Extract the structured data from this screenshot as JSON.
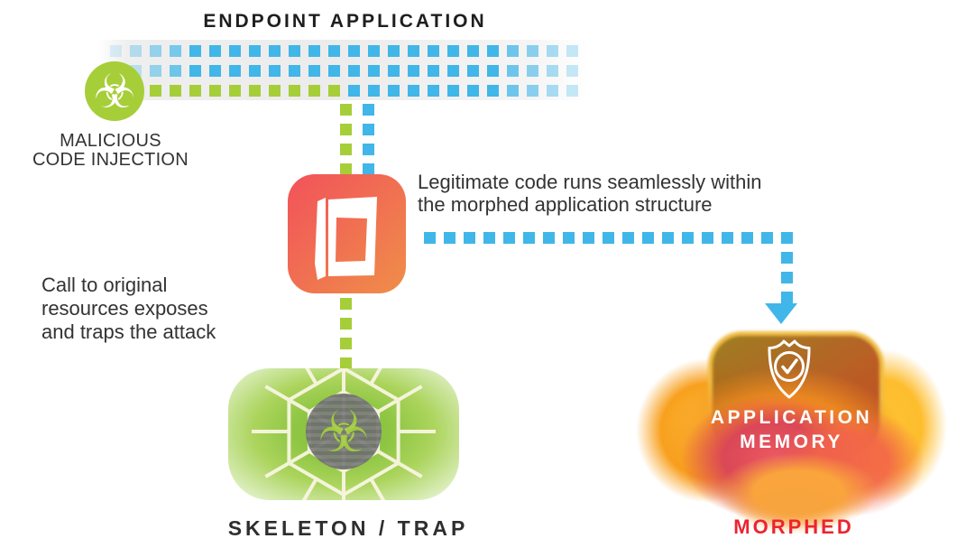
{
  "colors": {
    "blue": "#41b6e8",
    "green": "#a6ce39",
    "band": "#ececec",
    "red_label": "#ec2430",
    "dark_text": "#333333",
    "title_text": "#1e1e1e"
  },
  "title": "ENDPOINT APPLICATION",
  "malicious": {
    "line1": "MALICIOUS",
    "line2": "CODE INJECTION",
    "icon": "biohazard-icon",
    "glyph": "☣"
  },
  "annotations": {
    "legit_line1": "Legitimate code runs seamlessly within",
    "legit_line2": "the morphed application structure",
    "call_line1": "Call to original",
    "call_line2": "resources exposes",
    "call_line3": "and traps the attack"
  },
  "skeleton": {
    "label": "SKELETON / TRAP",
    "icon": "biohazard-web-icon",
    "glyph": "☣"
  },
  "morphed": {
    "memory_line1": "APPLICATION",
    "memory_line2": "MEMORY",
    "label": "MORPHED",
    "icon": "shield-check-icon"
  }
}
